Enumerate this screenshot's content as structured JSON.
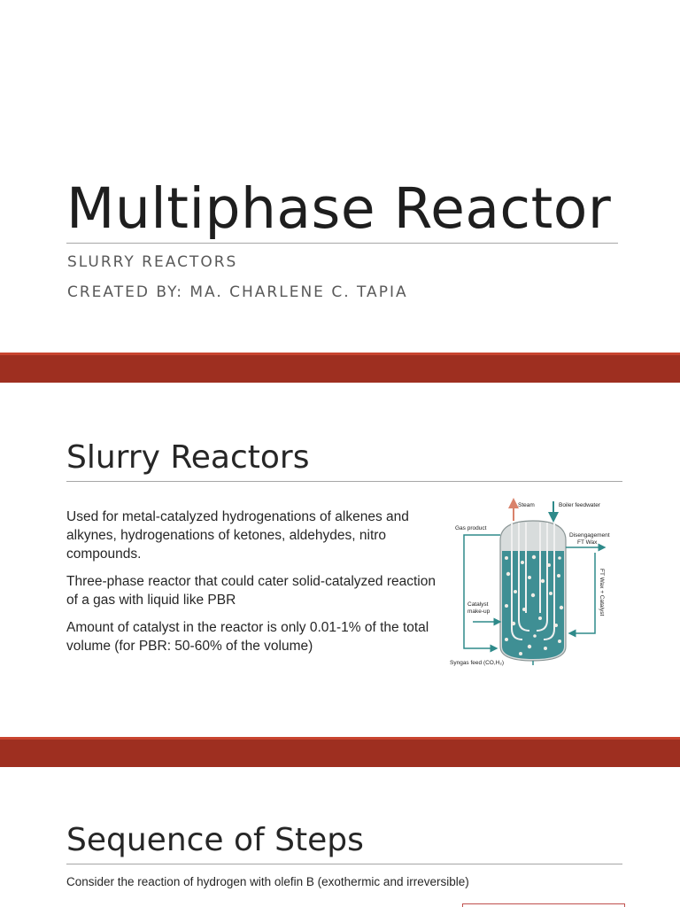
{
  "slide1": {
    "title": "Multiphase Reactor",
    "subtitle": "Slurry Reactors",
    "author": "Created by: Ma. Charlene C. Tapia"
  },
  "slide2": {
    "title": "Slurry Reactors",
    "bullets": [
      " Used for metal-catalyzed hydrogenations of alkenes and alkynes, hydrogenations of ketones, aldehydes, nitro compounds.",
      "Three-phase reactor that could cater solid-catalyzed reaction of a gas with liquid like PBR",
      "Amount of catalyst in the reactor is only 0.01-1% of the total volume (for PBR: 50-60% of the volume)"
    ],
    "diagram": {
      "steam": "Steam",
      "boiler_feedwater": "Boiler feedwater",
      "gas_product": "Gas product",
      "disengagement": "Disengagement",
      "ft_wax": "FT Wax",
      "ft_wax_catalyst": "FT Wax + Catalyst",
      "catalyst_makeup_1": "Catalyst",
      "catalyst_makeup_2": "make-up",
      "syngas_feed": "Syngas feed (CO,H₂)"
    },
    "colors": {
      "liquid": "#3f8f94",
      "band": "#9e2f20"
    }
  },
  "slide3": {
    "title": "Sequence of Steps",
    "note": "Consider the reaction of hydrogen with olefin B (exothermic and irreversible)"
  }
}
